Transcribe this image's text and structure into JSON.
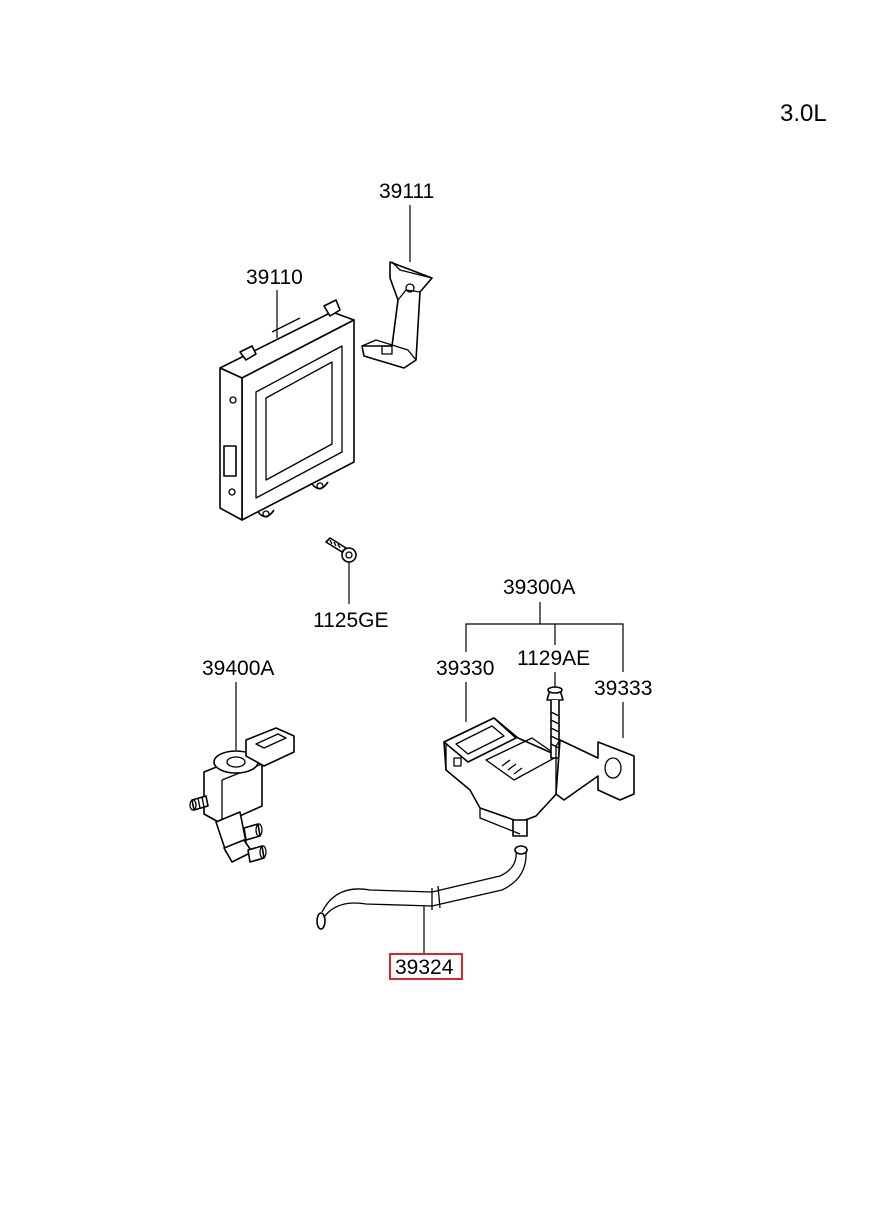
{
  "engine_label": "3.0L",
  "parts": {
    "ecu": "39110",
    "bracket": "39111",
    "bolt_ecu": "1125GE",
    "sensor_assembly": "39300A",
    "sensor": "39330",
    "bolt_sensor": "1129AE",
    "sensor_bracket": "39333",
    "solenoid_valve": "39400A",
    "hose": "39324"
  },
  "highlight": {
    "part": "39324",
    "color": "#d9262b"
  }
}
